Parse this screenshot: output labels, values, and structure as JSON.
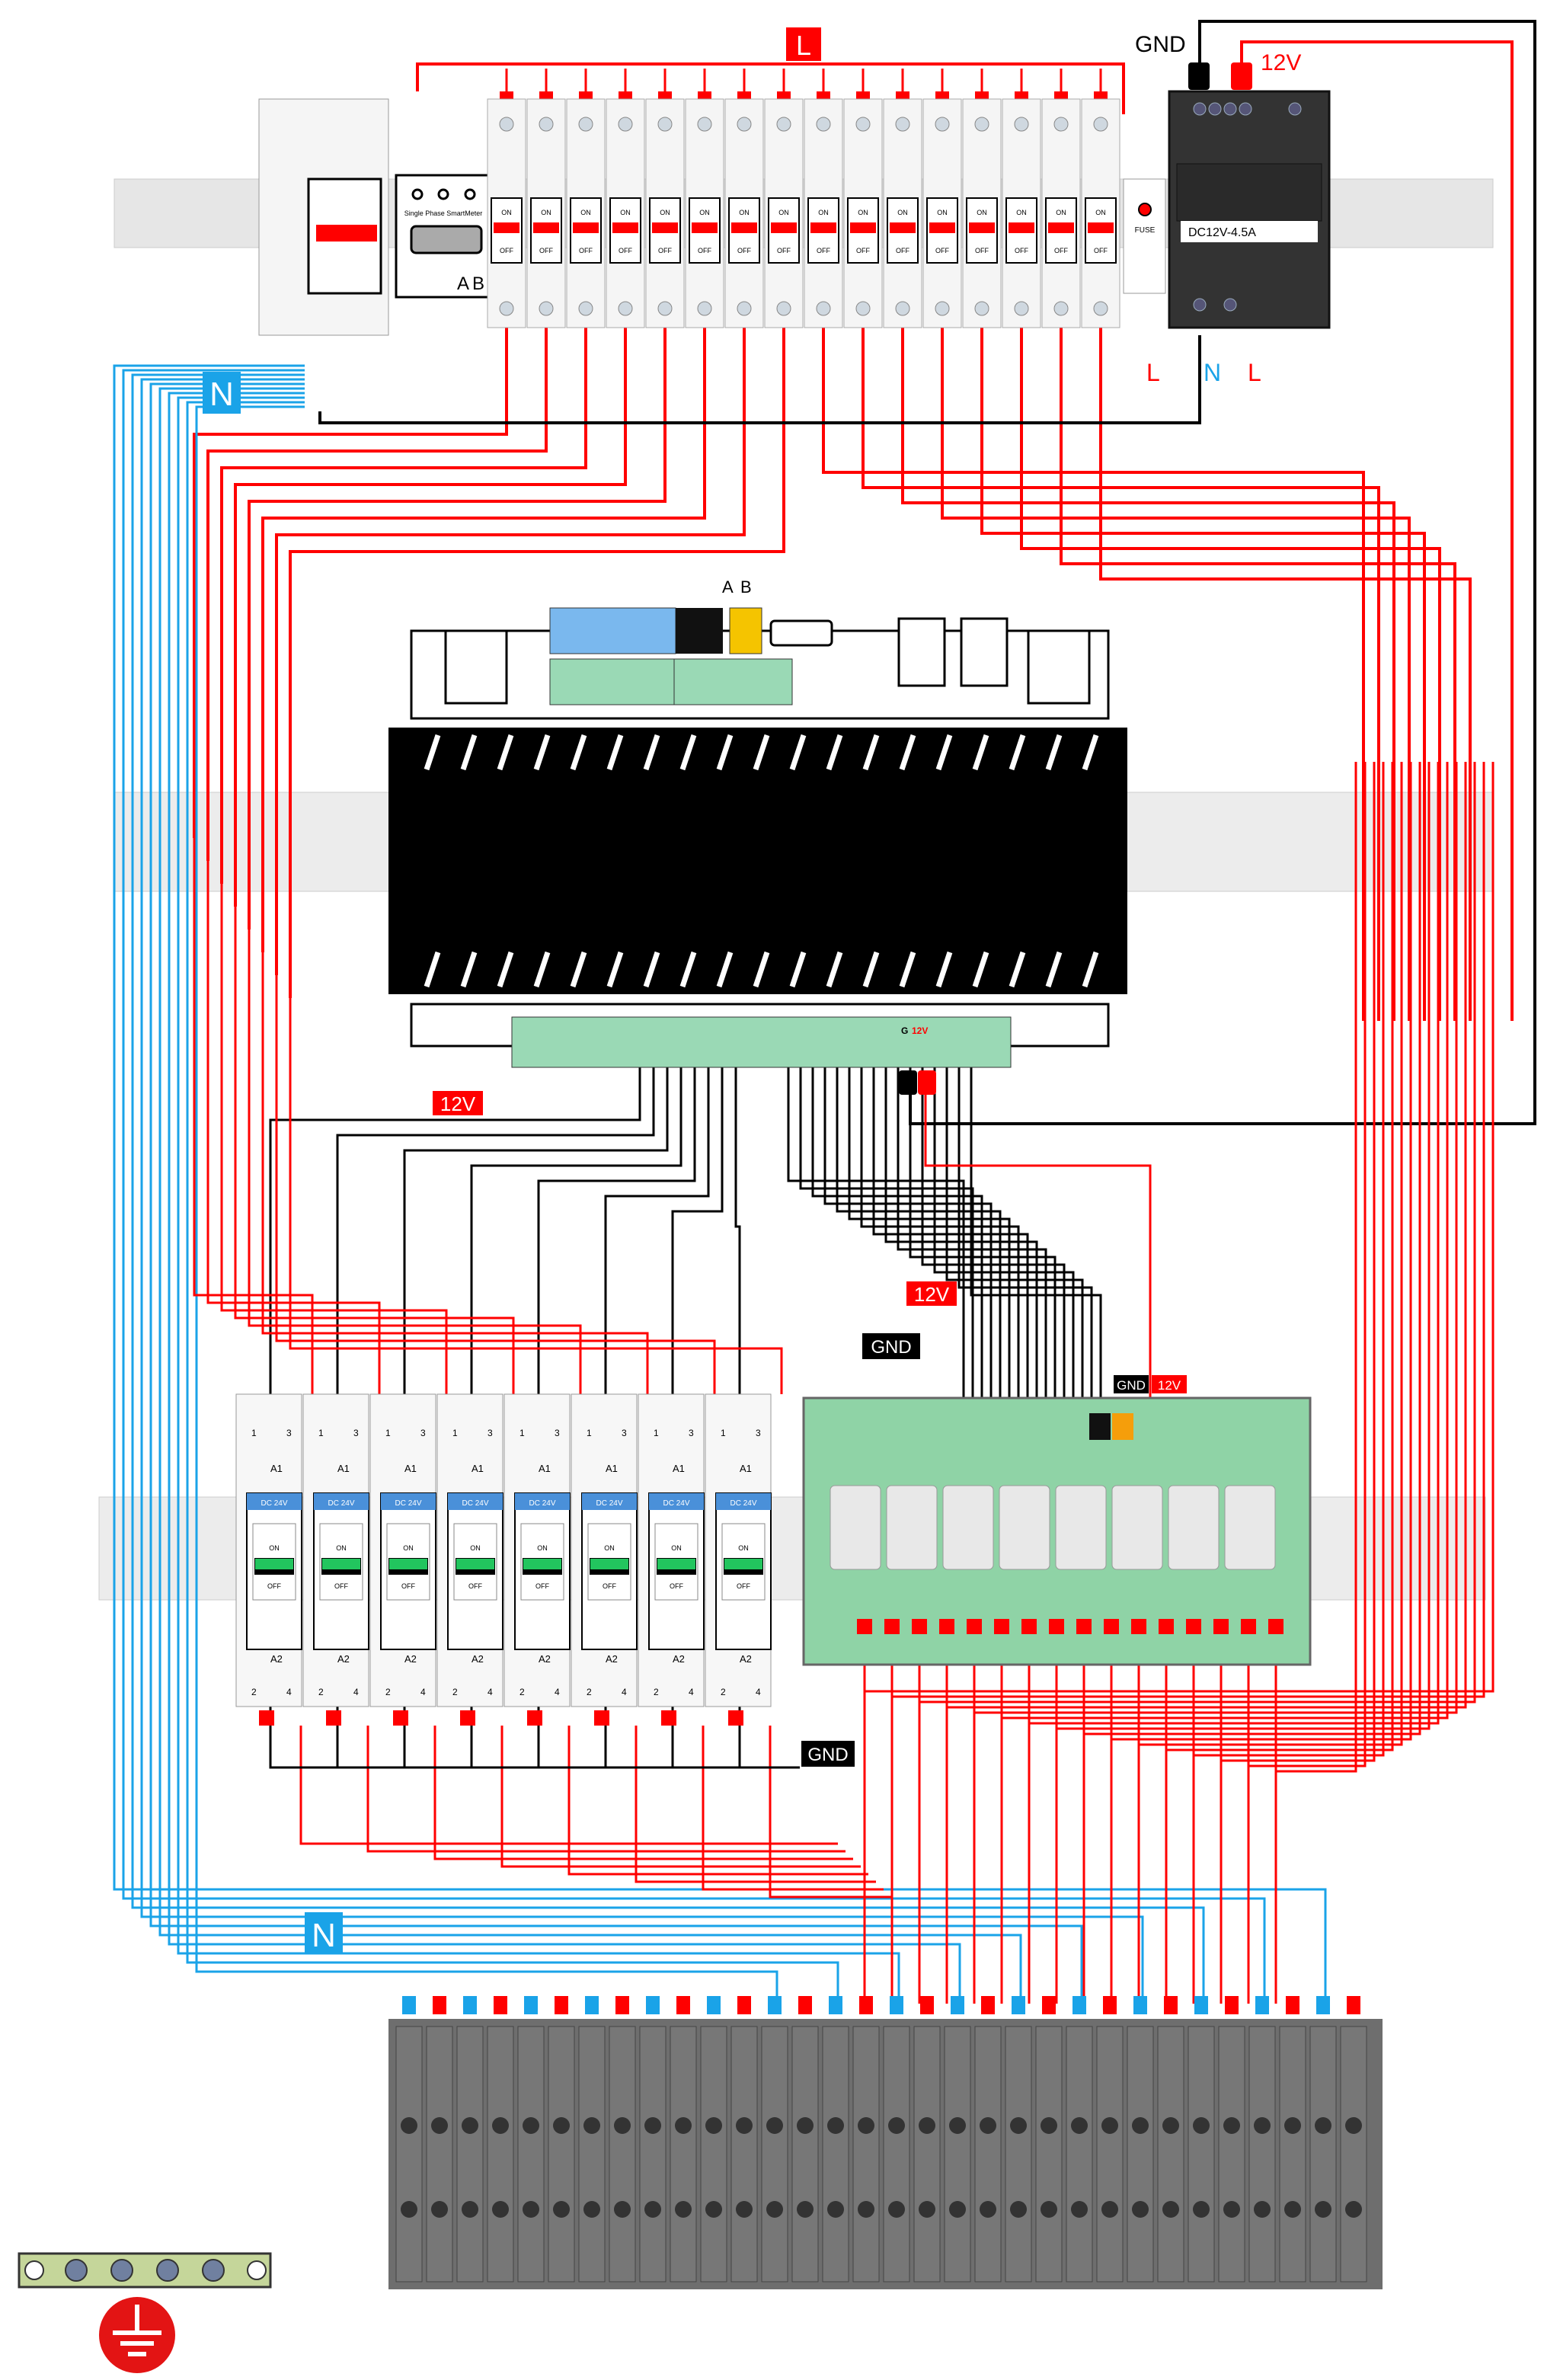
{
  "colors": {
    "live": "#ff0000",
    "neutral": "#1aa3e8",
    "ground": "#000000",
    "rail": "#e6e6e6",
    "controller": "#000000",
    "psu": "#333333",
    "terminal": "#6e6e6e",
    "relay_board": "#8fd3a6",
    "module_label": "#4a90d9",
    "module_switch": "#22c55e"
  },
  "top_row": {
    "live_label": "L",
    "meter": {
      "title": "Single Phase SmartMeter",
      "a": "A",
      "b": "B"
    },
    "breaker": {
      "on": "ON",
      "off": "OFF"
    },
    "breaker_count": 16,
    "fuse": "FUSE",
    "psu": {
      "label": "DC12V-4.5A",
      "gnd": "GND",
      "v12": "12V",
      "out_l": "L",
      "out_n": "N",
      "out_l2": "L"
    },
    "neutral_label": "N"
  },
  "controller": {
    "bus_a": "A",
    "bus_b": "B",
    "power_g": "G",
    "power_12v": "12V"
  },
  "labels": {
    "v12_left": "12V",
    "v12_mid": "12V",
    "gnd_mid": "GND",
    "gnd_board": "GND",
    "v12_board": "12V",
    "gnd_modules": "GND",
    "neutral_bottom": "N"
  },
  "relay_modules": {
    "count": 8,
    "rating": "DC 24V",
    "on": "ON",
    "off": "OFF",
    "a1": "A1",
    "a2": "A2",
    "t1": "1",
    "t3": "3",
    "t2": "2",
    "t4": "4"
  },
  "relay_board": {
    "relay_count": 8
  },
  "terminal_block": {
    "terminals": 32
  },
  "ground": {
    "icon": "earth-ground-icon"
  }
}
